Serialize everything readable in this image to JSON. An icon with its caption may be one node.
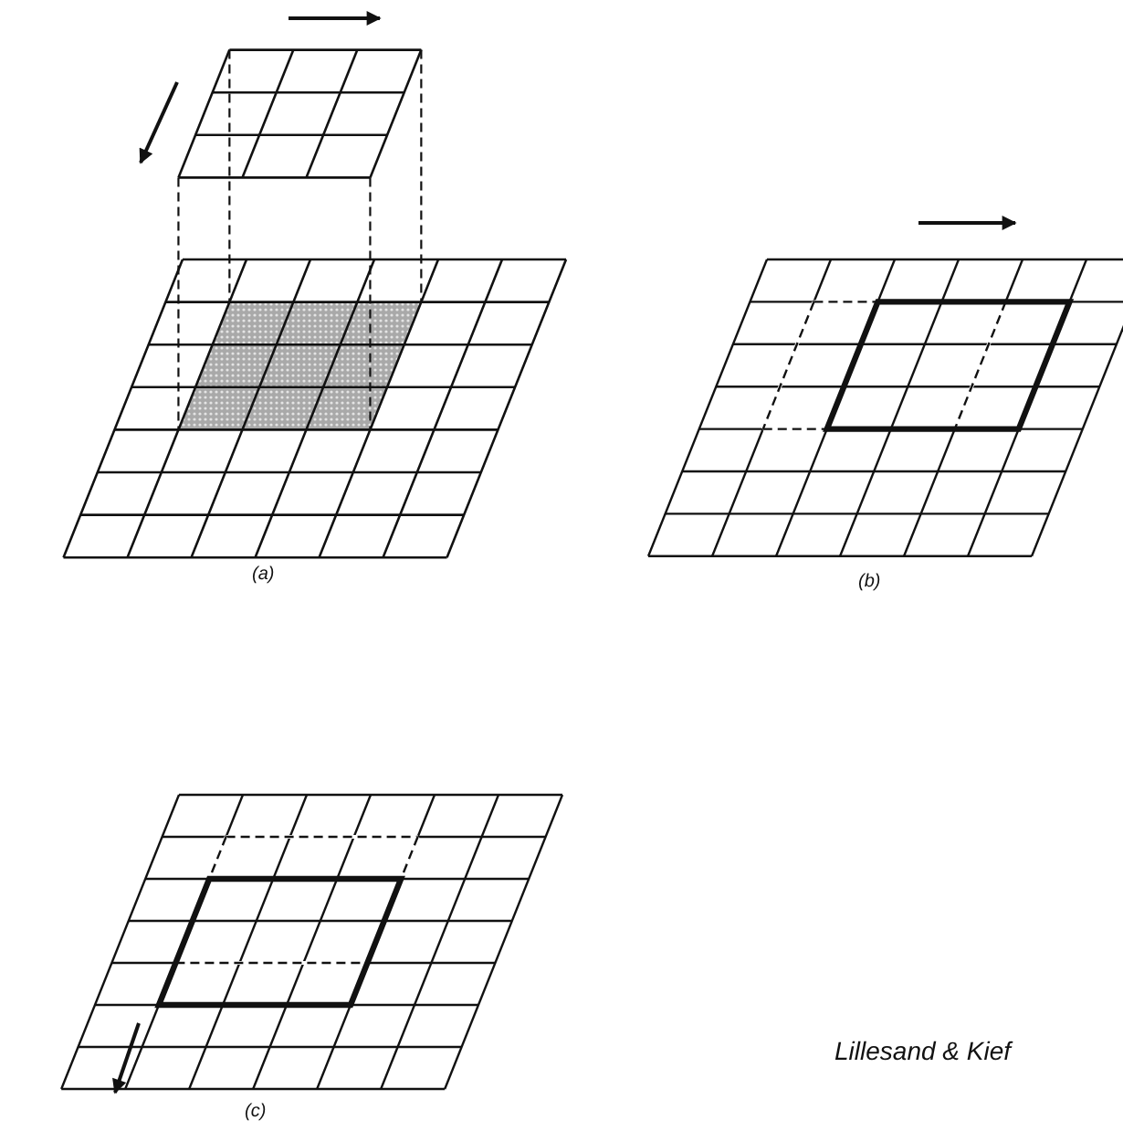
{
  "diagram": {
    "labels": [
      "(a)",
      "(b)",
      "(c)",
      "Lillesand & Kief"
    ]
  }
}
